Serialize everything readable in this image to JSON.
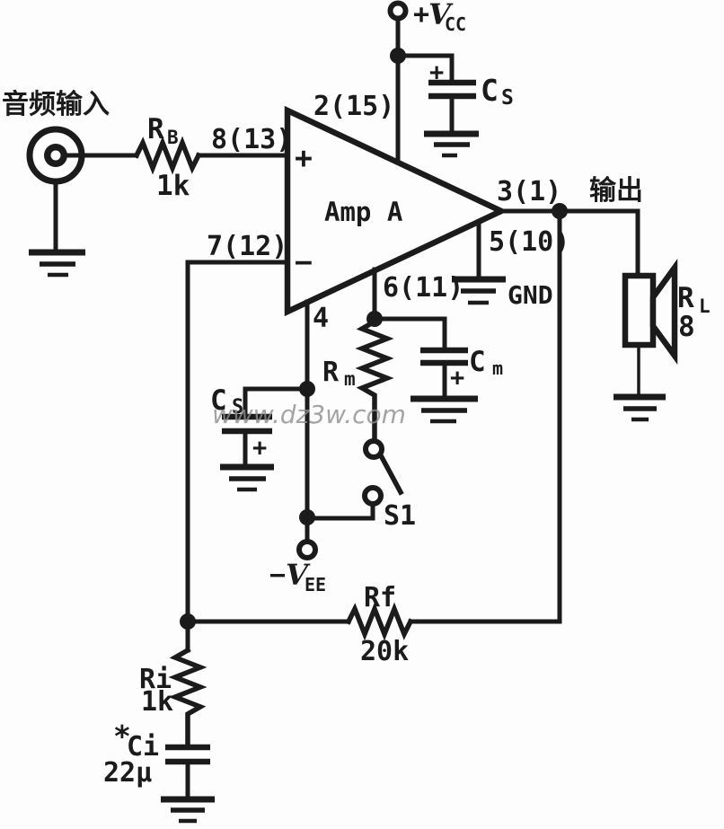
{
  "colors": {
    "ink": "#1b1b1b",
    "paper": "#fdfdfd",
    "watermark": "#8f8f8f"
  },
  "labels": {
    "audio_input": "音频输入",
    "output": "输出",
    "amp_name": "Amp A",
    "gnd": "GND",
    "s1": "S1",
    "watermark": "www.dz3w.com",
    "plus": "+",
    "minus": "−",
    "pins": {
      "p2": "2(15)",
      "p8": "8(13)",
      "p7": "7(12)",
      "p3": "3(1)",
      "p5": "5(10)",
      "p6": "6(11)",
      "p4": "4"
    },
    "rb": {
      "name": "R",
      "sub": "B",
      "value": "1k"
    },
    "rm": {
      "name": "R",
      "sub": "m"
    },
    "rl": {
      "name": "R",
      "sub": "L",
      "value": "8"
    },
    "rf": {
      "name": "Rf",
      "value": "20k"
    },
    "ri": {
      "name": "Ri",
      "value": "1k"
    },
    "ci": {
      "star": "*",
      "name": "Ci",
      "value": "22μ"
    },
    "cm": {
      "name": "C",
      "sub": "m"
    },
    "cs_top": {
      "name": "C",
      "sub": "S"
    },
    "cs_bottom": {
      "name": "C",
      "sub": "S"
    },
    "vcc": {
      "sign": "+",
      "name": "V",
      "sub": "CC"
    },
    "vee": {
      "sign": "−",
      "name": "V",
      "sub": "EE"
    }
  }
}
